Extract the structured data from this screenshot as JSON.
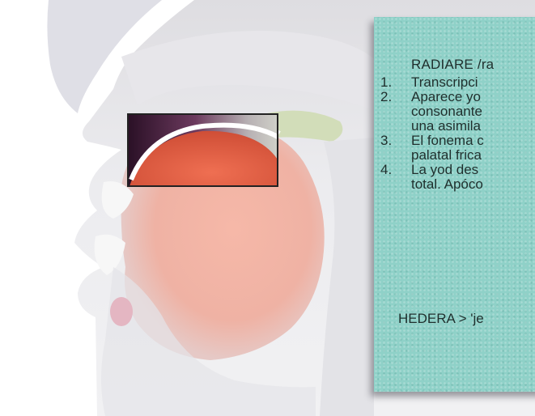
{
  "card": {
    "title": "RADIARE /ra",
    "steps": [
      {
        "number": "1.",
        "lines": [
          "Transcripci"
        ]
      },
      {
        "number": "2.",
        "lines": [
          "Aparece yo",
          "consonante",
          "una asimila"
        ]
      },
      {
        "number": "3.",
        "lines": [
          "El fonema c",
          "palatal frica"
        ]
      },
      {
        "number": "4.",
        "lines": [
          "La yod des",
          "total. Apóco"
        ]
      }
    ],
    "example": "HEDERA > 'je"
  },
  "colors": {
    "card_background": "#8fd1c8",
    "highlight_box": "#222222",
    "tongue": "#e56c4e",
    "palate": "#3a1e3a"
  },
  "icons": {
    "anatomy": "sagittal-vocal-tract-diagram"
  }
}
